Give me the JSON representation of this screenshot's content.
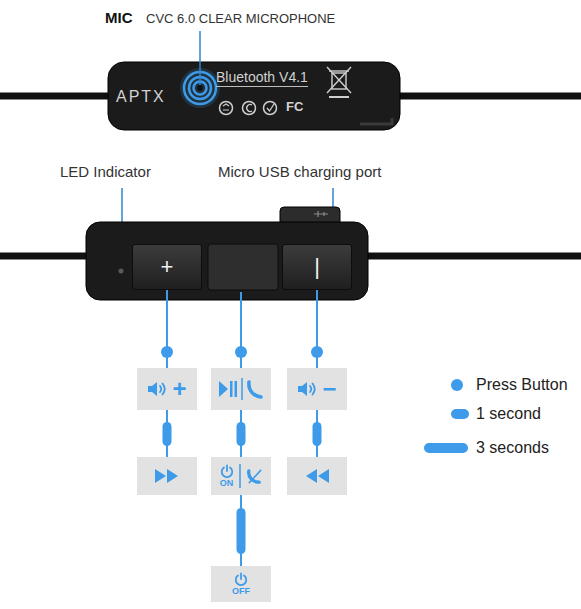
{
  "diagram": {
    "nodes": [
      {
        "text": [
          "APTX",
          "Bluetooth V4.1",
          "FC"
        ]
      },
      {
        "text": [
          "+"
        ]
      },
      {
        "text": [
          "|"
        ]
      },
      {
        "text": [
          "+"
        ]
      },
      {
        "text": [
          "−"
        ]
      },
      {
        "text": [
          "ON"
        ]
      },
      {
        "text": [
          "OFF"
        ]
      }
    ],
    "edges": [
      {
        "from": 1,
        "to": 3,
        "arrow": "none"
      },
      {
        "from": 2,
        "to": 4,
        "arrow": "none"
      },
      {
        "from": 5,
        "to": 6,
        "arrow": "none"
      }
    ],
    "labels": [
      "MIC",
      "CVC 6.0 CLEAR MICROPHONE",
      "LED Indicator",
      "Micro USB charging port"
    ],
    "legend": [
      {
        "text": "Press Button"
      },
      {
        "text": "1 second"
      },
      {
        "text": "3 seconds"
      }
    ]
  }
}
